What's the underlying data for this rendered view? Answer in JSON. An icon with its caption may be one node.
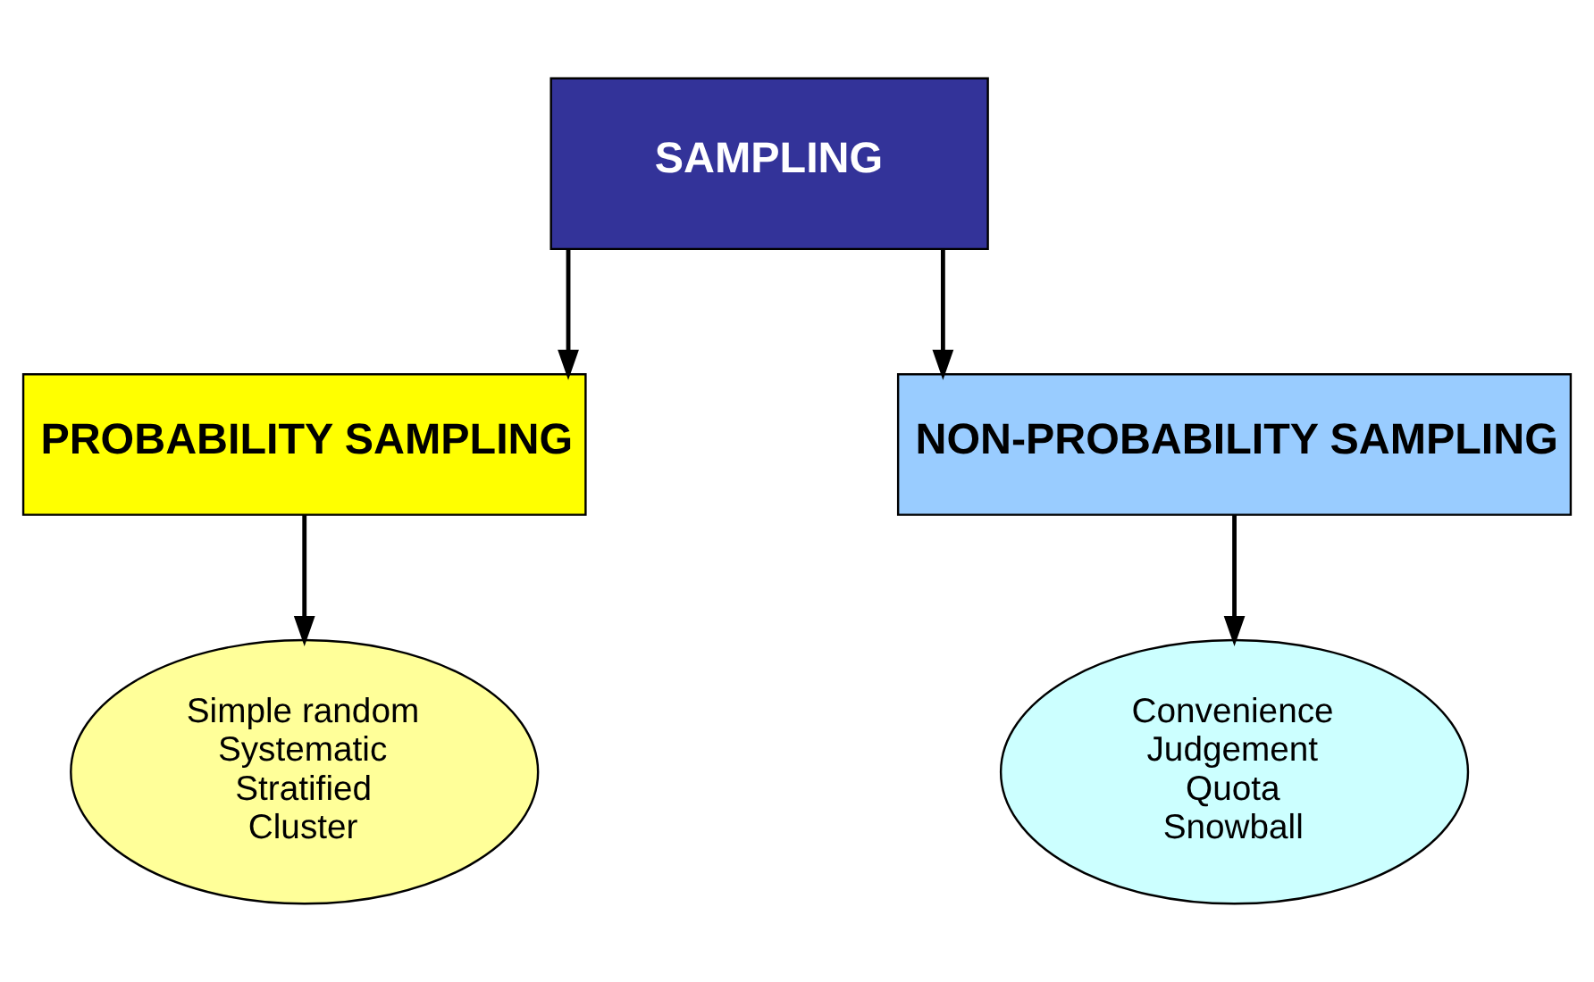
{
  "diagram": {
    "nodes": [
      {
        "text": [
          "SAMPLING"
        ]
      },
      {
        "text": [
          "PROBABILITY SAMPLING"
        ]
      },
      {
        "text": [
          "NON-PROBABILITY SAMPLING"
        ]
      },
      {
        "text": [
          "Simple random",
          "Systematic",
          "Stratified",
          "Cluster"
        ]
      },
      {
        "text": [
          "Convenience",
          "Judgement",
          "Quota",
          "Snowball"
        ]
      }
    ],
    "edges": [
      {
        "from": 0,
        "to": 1,
        "arrow": "to"
      },
      {
        "from": 0,
        "to": 2,
        "arrow": "to"
      },
      {
        "from": 1,
        "to": 3,
        "arrow": "to"
      },
      {
        "from": 2,
        "to": 4,
        "arrow": "to"
      }
    ]
  }
}
